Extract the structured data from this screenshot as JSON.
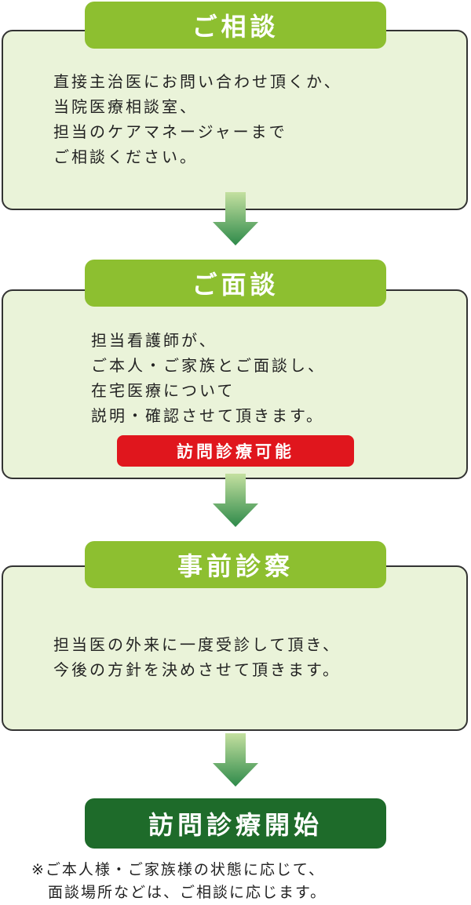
{
  "steps": [
    {
      "title": "ご相談",
      "text": "直接主治医にお問い合わせ頂くか、\n当院医療相談室、\n担当のケアマネージャーまで\nご相談ください。"
    },
    {
      "title": "ご面談",
      "text": "担当看護師が、\nご本人・ご家族とご面談し、\n在宅医療について\n説明・確認させて頂きます。",
      "badge": "訪問診療可能"
    },
    {
      "title": "事前診察",
      "text": "担当医の外来に一度受診して頂き、\n今後の方針を決めさせて頂きます。"
    }
  ],
  "final": {
    "title": "訪問診療開始",
    "note": "※ご本人様・ご家族様の状態に応じて、\n　面談場所などは、ご相談に応じます。"
  },
  "colors": {
    "title_green": "#8dbf30",
    "box_fill": "#eaf3d9",
    "badge_red": "#e0161d",
    "final_green": "#1e6b2a",
    "arrow_top": "#a9cf7a",
    "arrow_bottom": "#2e8a4a"
  },
  "icons": {
    "connector": "arrow-down-icon"
  }
}
